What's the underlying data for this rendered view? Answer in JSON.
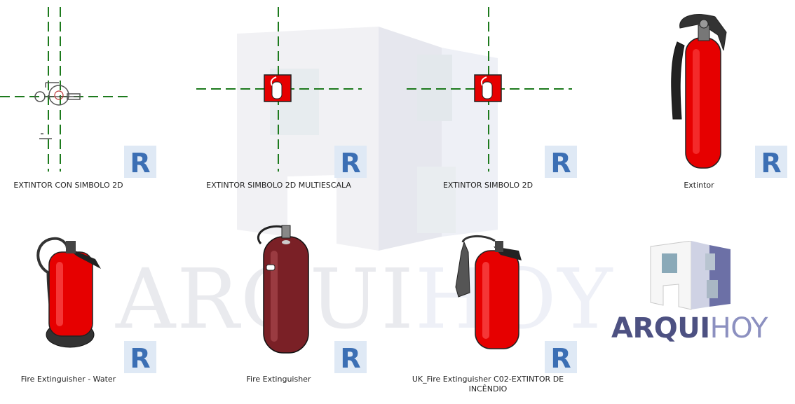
{
  "watermark": {
    "text_part1": "ARQUI",
    "text_part2": "HOY"
  },
  "items": [
    {
      "caption": "EXTINTOR CON SIMBOLO 2D"
    },
    {
      "caption": "EXTINTOR SIMBOLO 2D MULTIESCALA"
    },
    {
      "caption": "EXTINTOR SIMBOLO 2D"
    },
    {
      "caption": "Extintor"
    },
    {
      "caption": "Fire Extinguisher - Water"
    },
    {
      "caption": "Fire Extinguisher"
    },
    {
      "caption": "UK_Fire Extinguisher C02-EXTINTOR DE INCÊNDIO"
    }
  ],
  "revit_badge": {
    "letter": "R"
  },
  "logo": {
    "part1": "ARQUI",
    "part2": "HOY"
  },
  "colors": {
    "guide_green": "#1d7a1d",
    "extinguisher_red": "#e60000",
    "dark_red": "#7a2026",
    "revit_blue": "#3c6fb4",
    "logo_dark": "#4d5182",
    "logo_light": "#8c90c0"
  }
}
